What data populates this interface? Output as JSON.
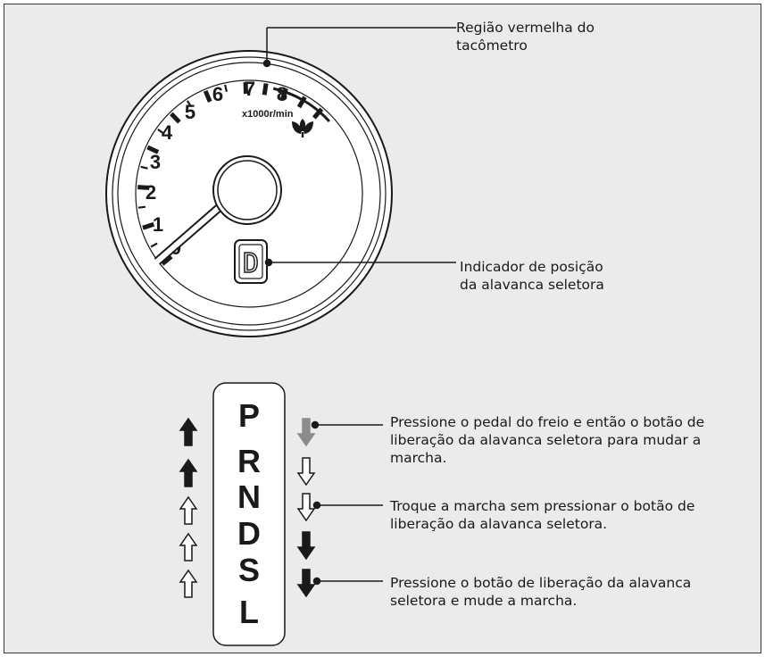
{
  "callouts": {
    "redline": [
      "Região vermelha do",
      "tacômetro"
    ],
    "gear_indicator": [
      "Indicador de posição",
      "da alavanca seletora"
    ],
    "brake_and_button": [
      "Pressione o pedal do freio e então o botão de",
      "liberação da alavanca seletora para mudar a",
      "marcha."
    ],
    "no_button": [
      "Troque a marcha sem pressionar o botão de",
      "liberação da alavanca seletora."
    ],
    "button_only": [
      "Pressione o botão de liberação da alavanca",
      "seletora e mude a marcha."
    ]
  },
  "tachometer": {
    "numerals": [
      "0",
      "1",
      "2",
      "3",
      "4",
      "5",
      "6",
      "7",
      "8"
    ],
    "unit": "x1000r/min",
    "gear_display": "D",
    "eco_icon": "eco-leaf-icon"
  },
  "gear_lever": {
    "positions": [
      "P",
      "R",
      "N",
      "D",
      "S",
      "L"
    ],
    "up_arrows": [
      "solid",
      "solid",
      "outline",
      "outline",
      "outline"
    ],
    "down_arrows": [
      "gray-solid",
      "outline",
      "outline",
      "solid",
      "solid"
    ]
  },
  "colors": {
    "background": "#ebebeb",
    "ink": "#1a1a1a",
    "gray_arrow": "#8c8c8c"
  }
}
